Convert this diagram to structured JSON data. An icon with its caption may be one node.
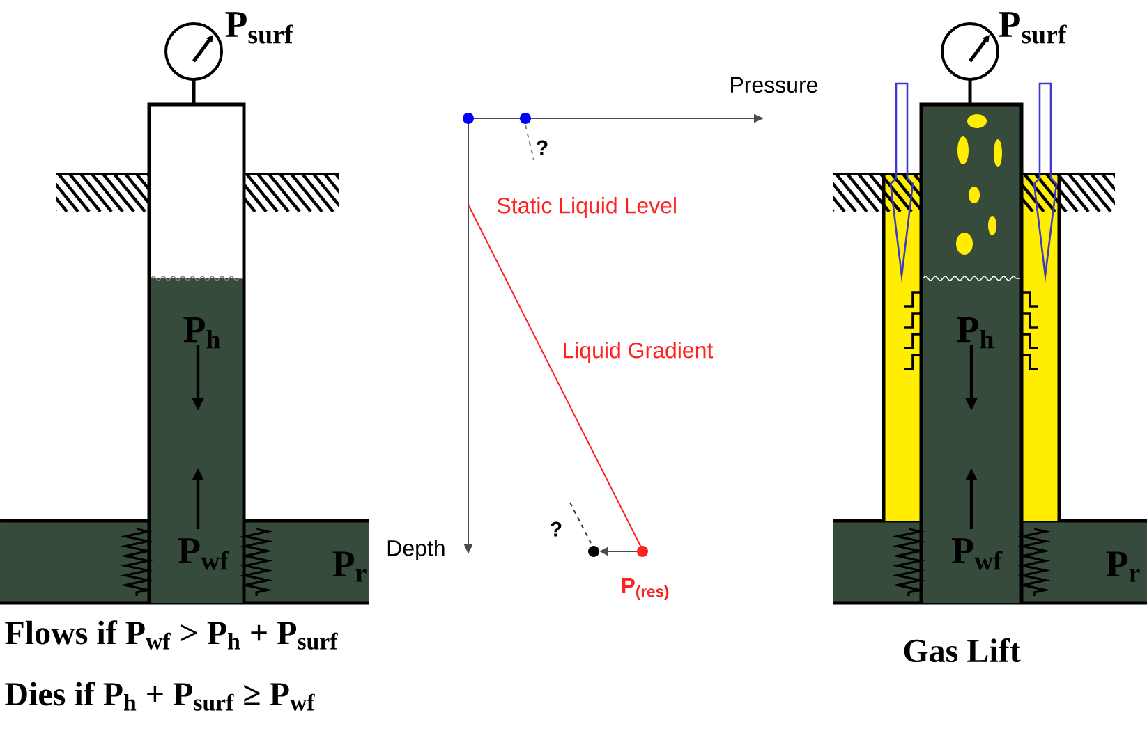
{
  "diagram": {
    "labels": [
      "P$_{surf}$",
      "P$_{surf}$",
      "Pressure",
      "?",
      "Static Liquid Level",
      "Liquid Gradient",
      "P$_{h}$",
      "P$_{h}$",
      "?",
      "P$_{wf}$",
      "Depth",
      "P$_{r}$",
      "P$_{(res)}$",
      "P$_{wf}$",
      "P$_{r}$",
      "Flows if P$_{wf}$ >  P$_{h}$ +  P$_{surf}$",
      "Gas Lift",
      "Dies if P$_{h}$ +  P$_{surf}$ ≥  P$_{wf}$"
    ]
  }
}
